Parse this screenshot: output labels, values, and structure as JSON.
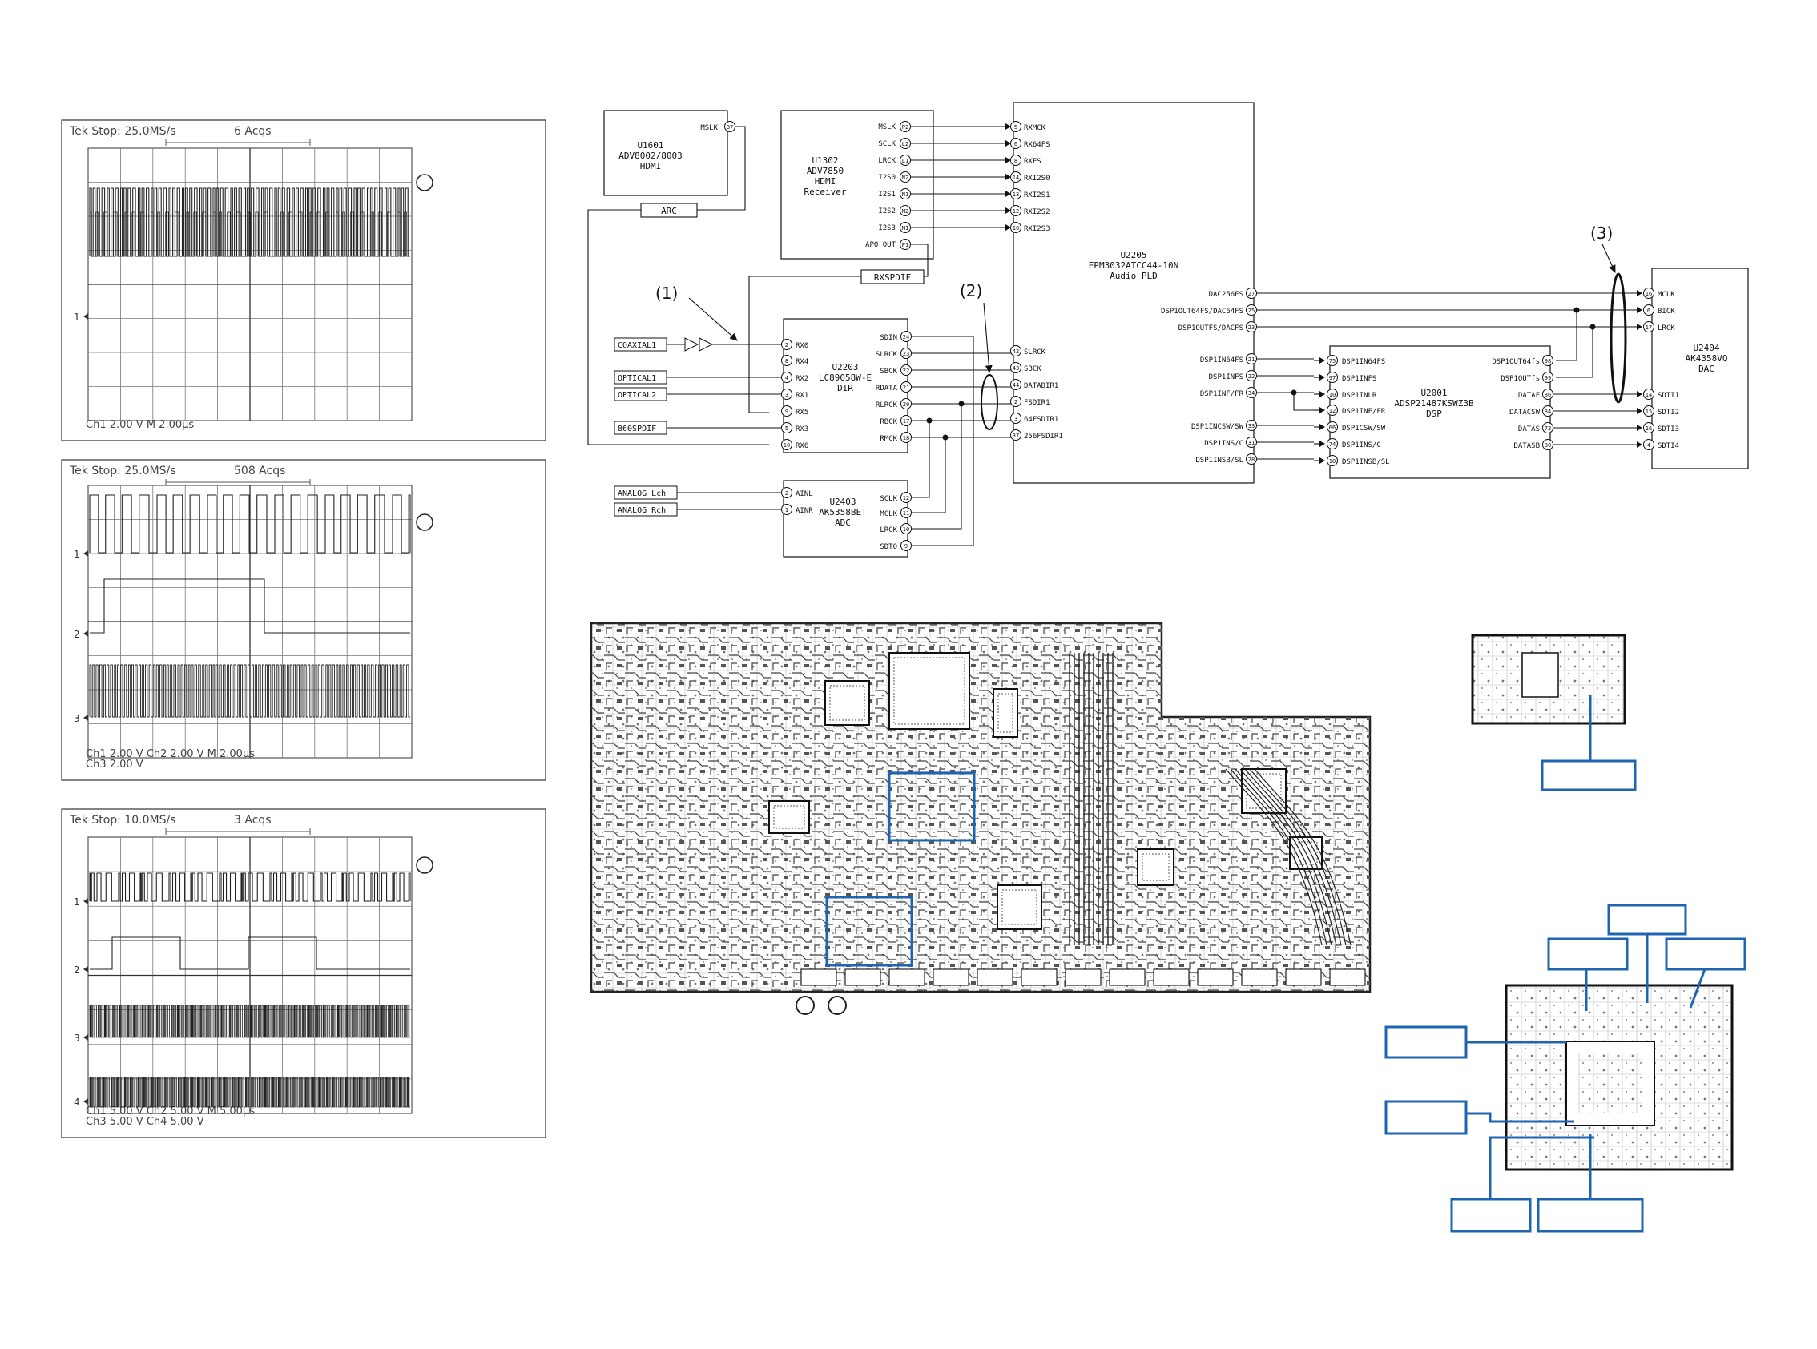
{
  "scopes": [
    {
      "title": "Tek Stop: 25.0MS/s",
      "acqs": "6 Acqs",
      "footer": [
        "Ch1   2.00 V           M 2.00µs"
      ],
      "channels": [
        "1"
      ]
    },
    {
      "title": "Tek Stop: 25.0MS/s",
      "acqs": "508 Acqs",
      "footer": [
        "Ch1   2.00 V     Ch2    2.00 V    M 2.00µs",
        "Ch3   2.00 V"
      ],
      "channels": [
        "1",
        "2",
        "3"
      ]
    },
    {
      "title": "Tek Stop: 10.0MS/s",
      "acqs": "3 Acqs",
      "footer": [
        "Ch1   5.00 V     Ch2    5.00 V    M 5.00µs",
        "Ch3   5.00 V     Ch4    5.00 V"
      ],
      "channels": [
        "1",
        "2",
        "3",
        "4"
      ]
    }
  ],
  "schematic": {
    "u1601": [
      "U1601",
      "ADV8002/8003",
      "HDMI"
    ],
    "u1601_pin": {
      "name": "MSLK",
      "num": "B7"
    },
    "arc": "ARC",
    "u1302": [
      "U1302",
      "ADV7850",
      "HDMI",
      "Receiver"
    ],
    "u1302_pins": [
      {
        "name": "MSLK",
        "num": "P2"
      },
      {
        "name": "SCLK",
        "num": "L2"
      },
      {
        "name": "LRCK",
        "num": "L1"
      },
      {
        "name": "I2S0",
        "num": "N2"
      },
      {
        "name": "I2S1",
        "num": "N1"
      },
      {
        "name": "I2S2",
        "num": "M2"
      },
      {
        "name": "I2S3",
        "num": "M1"
      },
      {
        "name": "APO_OUT",
        "num": "P1"
      }
    ],
    "rxspdif": "RXSPDIF",
    "u2205": [
      "U2205",
      "EPM3032ATCC44-10N",
      "Audio PLD"
    ],
    "u2205_in_top": [
      {
        "name": "RXMCK",
        "num": "5"
      },
      {
        "name": "RX64FS",
        "num": "6"
      },
      {
        "name": "RXFS",
        "num": "8"
      },
      {
        "name": "RXI2S0",
        "num": "14"
      },
      {
        "name": "RXI2S1",
        "num": "13"
      },
      {
        "name": "RXI2S2",
        "num": "12"
      },
      {
        "name": "RXI2S3",
        "num": "10"
      }
    ],
    "u2205_in_bottom": [
      {
        "name": "SLRCK",
        "num": "42"
      },
      {
        "name": "SBCK",
        "num": "43"
      },
      {
        "name": "DATADIR1",
        "num": "44"
      },
      {
        "name": "FSDIR1",
        "num": "2"
      },
      {
        "name": "64FSDIR1",
        "num": "3"
      },
      {
        "name": "256FSDIR1",
        "num": "37"
      }
    ],
    "u2205_out": [
      {
        "name": "DAC256FS",
        "num": "27"
      },
      {
        "name": "DSP1OUT64FS/DAC64FS",
        "num": "25"
      },
      {
        "name": "DSP1OUTFS/DACFS",
        "num": "23"
      },
      {
        "name": "DSP1IN64FS",
        "num": "21"
      },
      {
        "name": "DSP1INFS",
        "num": "22"
      },
      {
        "name": "DSP1INF/FR",
        "num": "34"
      },
      {
        "name": "DSP1INCSW/SW",
        "num": "33"
      },
      {
        "name": "DSP1INS/C",
        "num": "31"
      },
      {
        "name": "DSP1INSB/SL",
        "num": "28"
      }
    ],
    "marker1": "(1)",
    "marker2": "(2)",
    "marker3": "(3)",
    "inputs_top": [
      {
        "label": "COAXIAL1",
        "pin": "RX0",
        "num": "2"
      },
      {
        "label": "",
        "pin": "RX4",
        "num": "8"
      },
      {
        "label": "OPTICAL1",
        "pin": "RX2",
        "num": "4"
      },
      {
        "label": "OPTICAL2",
        "pin": "RX1",
        "num": "3"
      },
      {
        "label": "",
        "pin": "RX5",
        "num": "9"
      },
      {
        "label": "860SPDIF",
        "pin": "RX3",
        "num": "5"
      },
      {
        "label": "",
        "pin": "RX6",
        "num": "10"
      }
    ],
    "u2203": [
      "U2203",
      "LC89058W-E",
      "DIR"
    ],
    "u2203_out": [
      {
        "name": "SDIN",
        "num": "24"
      },
      {
        "name": "SLRCK",
        "num": "23"
      },
      {
        "name": "SBCK",
        "num": "22"
      },
      {
        "name": "RDATA",
        "num": "21"
      },
      {
        "name": "RLRCK",
        "num": "20"
      },
      {
        "name": "RBCK",
        "num": "17"
      },
      {
        "name": "RMCK",
        "num": "18"
      }
    ],
    "analog_inputs": [
      {
        "label": "ANALOG Lch",
        "pin": "AINL",
        "num": "2"
      },
      {
        "label": "ANALOG Rch",
        "pin": "AINR",
        "num": "1"
      }
    ],
    "u2403": [
      "U2403",
      "AK5358BET",
      "ADC"
    ],
    "u2403_out": [
      {
        "name": "SCLK",
        "num": "12"
      },
      {
        "name": "MCLK",
        "num": "11"
      },
      {
        "name": "LRCK",
        "num": "10"
      },
      {
        "name": "SDTO",
        "num": "9"
      }
    ],
    "u2001": [
      "U2001",
      "ADSP21487KSWZ3B",
      "DSP"
    ],
    "u2001_in": [
      {
        "name": "DSP1IN64FS",
        "num": "75"
      },
      {
        "name": "DSP1INFS",
        "num": "97"
      },
      {
        "name": "DSP1INLR",
        "num": "10"
      },
      {
        "name": "DSP1INF/FR",
        "num": "12"
      },
      {
        "name": "DSP1CSW/SW",
        "num": "66"
      },
      {
        "name": "DSP1INS/C",
        "num": "74"
      },
      {
        "name": "DSP1INSB/SL",
        "num": "10"
      }
    ],
    "u2001_out": [
      {
        "name": "DSP1OUT64fs",
        "num": "98"
      },
      {
        "name": "DSP1OUTfs",
        "num": "99"
      },
      {
        "name": "DATAF",
        "num": "86"
      },
      {
        "name": "DATACSW",
        "num": "84"
      },
      {
        "name": "DATAS",
        "num": "72"
      },
      {
        "name": "DATASB",
        "num": "80"
      }
    ],
    "u2404": [
      "U2404",
      "AK4358VQ",
      "DAC"
    ],
    "u2404_pins": [
      {
        "name": "MCLK",
        "num": "16"
      },
      {
        "name": "BICK",
        "num": "6"
      },
      {
        "name": "LRCK",
        "num": "17"
      },
      {
        "name": "SDTI1",
        "num": "14"
      },
      {
        "name": "SDTI2",
        "num": "15"
      },
      {
        "name": "SDTI3",
        "num": "16"
      },
      {
        "name": "SDTI4",
        "num": "4"
      }
    ]
  },
  "colors": {
    "accent_blue": "#1f64b0",
    "trace": "#111111",
    "pcb_line": "#666666"
  },
  "icons": [
    "waveform-icon",
    "op-amp-icon",
    "circle-marker-icon"
  ]
}
